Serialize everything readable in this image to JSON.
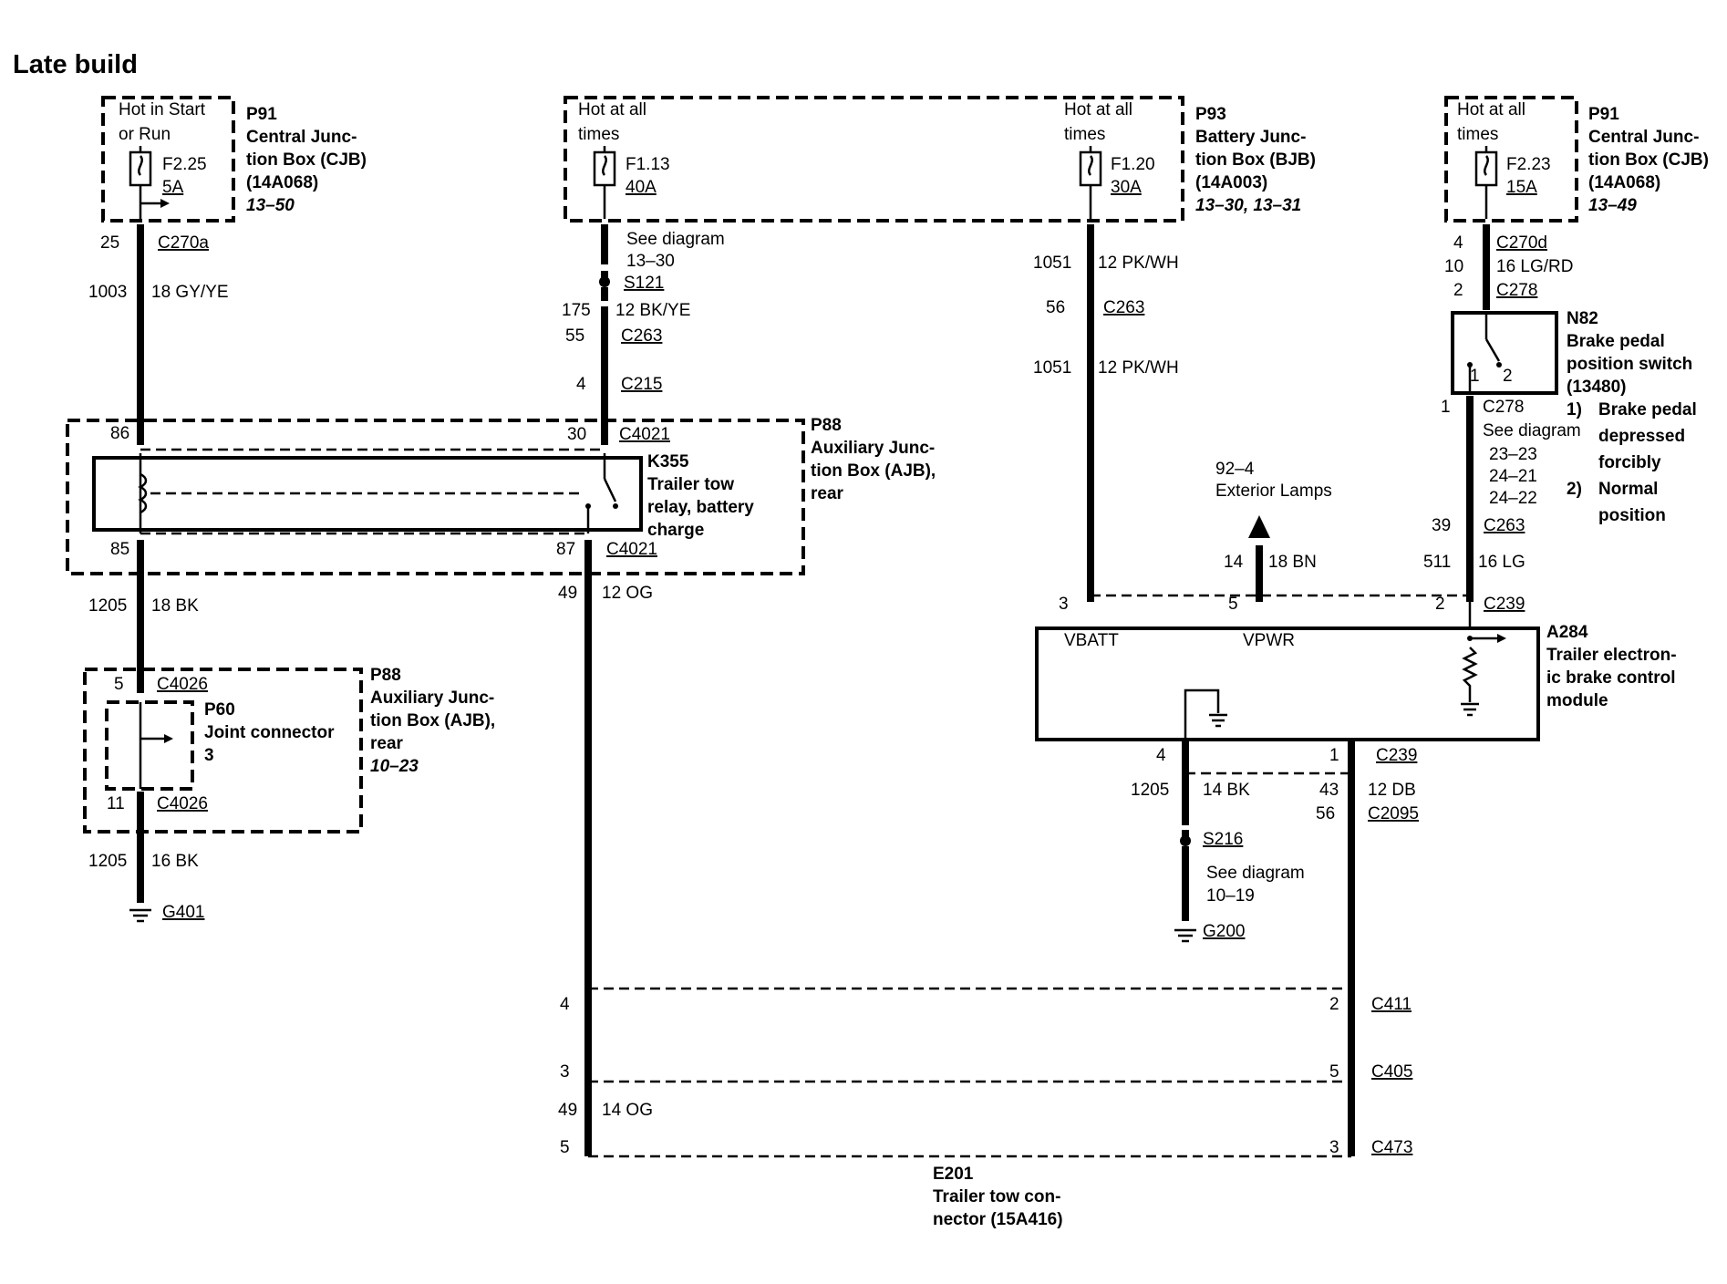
{
  "title": "Late build",
  "fuses": [
    {
      "hot": [
        "Hot in Start",
        "or Run"
      ],
      "id": "F2.25",
      "rating": "5A"
    },
    {
      "hot": [
        "Hot at all",
        "times"
      ],
      "id": "F1.13",
      "rating": "40A"
    },
    {
      "hot": [
        "Hot at all",
        "times"
      ],
      "id": "F1.20",
      "rating": "30A"
    },
    {
      "hot": [
        "Hot at all",
        "times"
      ],
      "id": "F2.23",
      "rating": "15A"
    }
  ],
  "components": {
    "p91_left": [
      "P91",
      "Central Junc-",
      "tion Box (CJB)",
      "(14A068)",
      "13–50"
    ],
    "p93": [
      "P93",
      "Battery Junc-",
      "tion Box (BJB)",
      "(14A003)",
      "13–30, 13–31"
    ],
    "p91_right": [
      "P91",
      "Central Junc-",
      "tion Box (CJB)",
      "(14A068)",
      "13–49"
    ],
    "p88_top": [
      "P88",
      "Auxiliary Junc-",
      "tion Box (AJB),",
      "rear"
    ],
    "k355": [
      "K355",
      "Trailer tow",
      "relay, battery",
      "charge"
    ],
    "p88_bottom": [
      "P88",
      "Auxiliary Junc-",
      "tion Box (AJB),",
      "rear",
      "10–23"
    ],
    "p60": [
      "P60",
      "Joint connector",
      "3"
    ],
    "n82": [
      "N82",
      "Brake pedal",
      "position switch",
      "(13480)"
    ],
    "n82_notes": [
      "1)",
      "Brake pedal",
      "depressed",
      "forcibly",
      "2)",
      "Normal",
      "position"
    ],
    "a284": [
      "A284",
      "Trailer electron-",
      "ic brake control",
      "module"
    ],
    "a284_pins": [
      "VBATT",
      "VPWR"
    ],
    "e201": [
      "E201",
      "Trailer tow con-",
      "nector (15A416)"
    ],
    "exterior_lamps": [
      "92–4",
      "Exterior Lamps"
    ]
  },
  "labels": {
    "c270a": "C270a",
    "c270d": "C270d",
    "c278": "C278",
    "c263": "C263",
    "c215": "C215",
    "c4021": "C4021",
    "c4026": "C4026",
    "c239": "C239",
    "c2095": "C2095",
    "c411": "C411",
    "c405": "C405",
    "c473": "C473",
    "s121": "S121",
    "s216": "S216",
    "g401": "G401",
    "g200": "G200",
    "see_diagram": "See diagram",
    "d13_30": "13–30",
    "d10_19": "10–19",
    "d23_23": "23–23",
    "d24_21": "24–21",
    "d24_22": "24–22",
    "w1003": "18 GY/YE",
    "w1205a": "18 BK",
    "w1205b": "16 BK",
    "w175": "12 BK/YE",
    "w49a": "12 OG",
    "w49b": "14 OG",
    "w1051": "12 PK/WH",
    "w16lgrd": "16 LG/RD",
    "w14": "18 BN",
    "w511": "16 LG",
    "w1205c": "14 BK",
    "w43": "12 DB",
    "n25": "25",
    "n1003": "1003",
    "n86": "86",
    "n85": "85",
    "n1205": "1205",
    "n5": "5",
    "n11": "11",
    "n175": "175",
    "n55": "55",
    "n4": "4",
    "n30": "30",
    "n87": "87",
    "n49": "49",
    "n1051": "1051",
    "n56": "56",
    "n3": "3",
    "n14": "14",
    "n10": "10",
    "n2": "2",
    "n1": "1",
    "n39": "39",
    "n511": "511",
    "n43": "43"
  }
}
